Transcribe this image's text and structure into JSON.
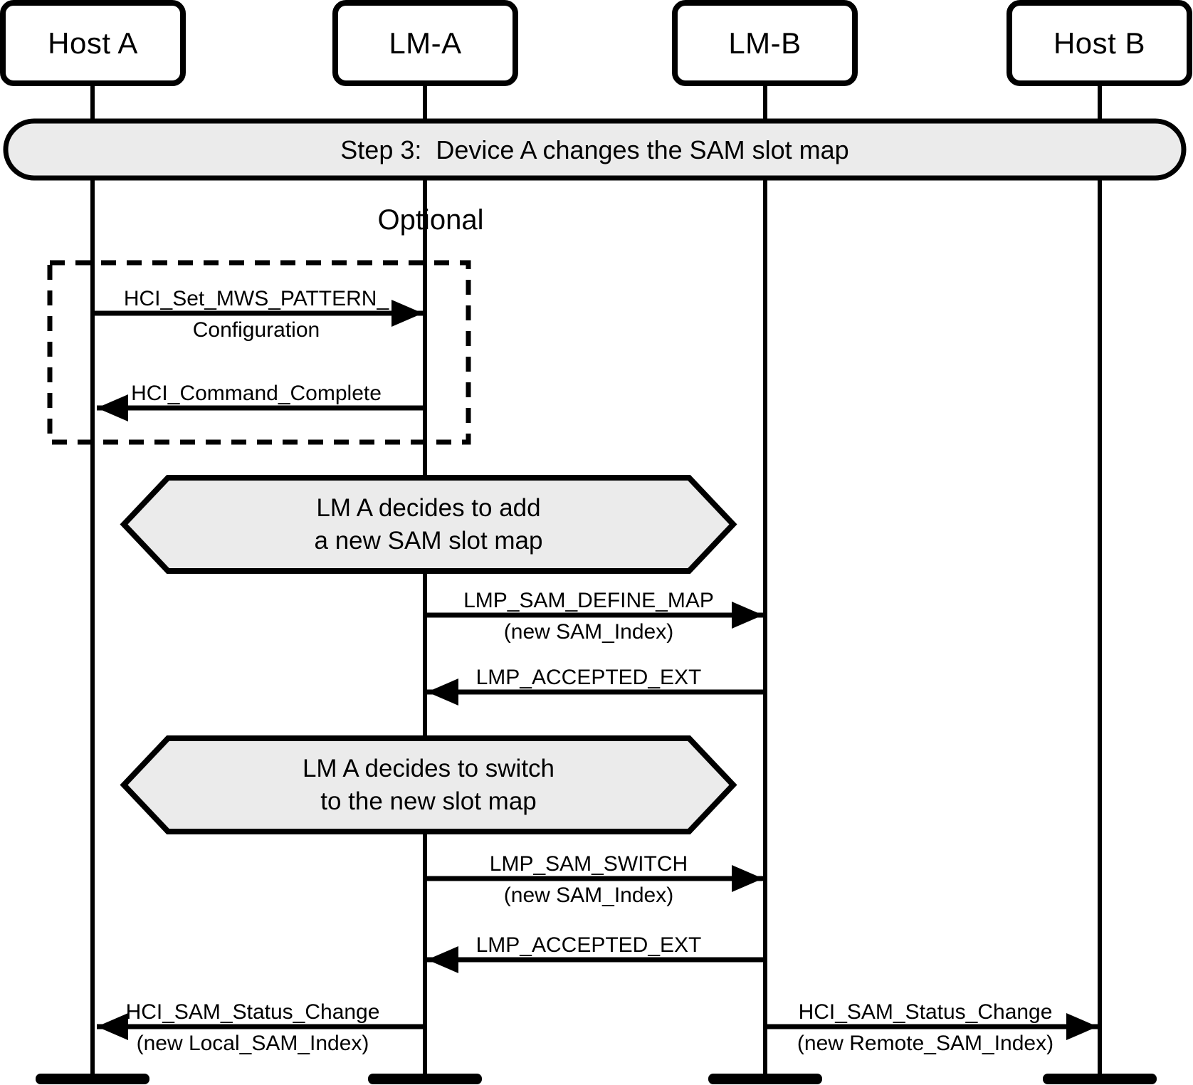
{
  "diagram": {
    "title_banner": "Step 3:  Device A changes the SAM slot map",
    "optional_label": "Optional",
    "participants": [
      {
        "id": "host-a",
        "label": "Host A"
      },
      {
        "id": "lm-a",
        "label": "LM-A"
      },
      {
        "id": "lm-b",
        "label": "LM-B"
      },
      {
        "id": "host-b",
        "label": "Host B"
      }
    ],
    "notes": [
      {
        "line1": "LM A decides to add",
        "line2": "a new SAM slot map"
      },
      {
        "line1": "LM A decides to switch",
        "line2": "to the new slot map"
      }
    ],
    "messages": [
      {
        "from": "Host A",
        "to": "LM-A",
        "line1": "HCI_Set_MWS_PATTERN_",
        "line2": "Configuration"
      },
      {
        "from": "LM-A",
        "to": "Host A",
        "line1": "HCI_Command_Complete",
        "line2": ""
      },
      {
        "from": "LM-A",
        "to": "LM-B",
        "line1": "LMP_SAM_DEFINE_MAP",
        "line2": "(new SAM_Index)"
      },
      {
        "from": "LM-B",
        "to": "LM-A",
        "line1": "LMP_ACCEPTED_EXT",
        "line2": ""
      },
      {
        "from": "LM-A",
        "to": "LM-B",
        "line1": "LMP_SAM_SWITCH",
        "line2": "(new SAM_Index)"
      },
      {
        "from": "LM-B",
        "to": "LM-A",
        "line1": "LMP_ACCEPTED_EXT",
        "line2": ""
      },
      {
        "from": "LM-A",
        "to": "Host A",
        "line1": "HCI_SAM_Status_Change",
        "line2": "(new Local_SAM_Index)"
      },
      {
        "from": "LM-B",
        "to": "Host B",
        "line1": "HCI_SAM_Status_Change",
        "line2": "(new Remote_SAM_Index)"
      }
    ],
    "colors": {
      "stroke": "#000000",
      "fill_gray": "#ebebeb",
      "background": "#ffffff"
    }
  }
}
